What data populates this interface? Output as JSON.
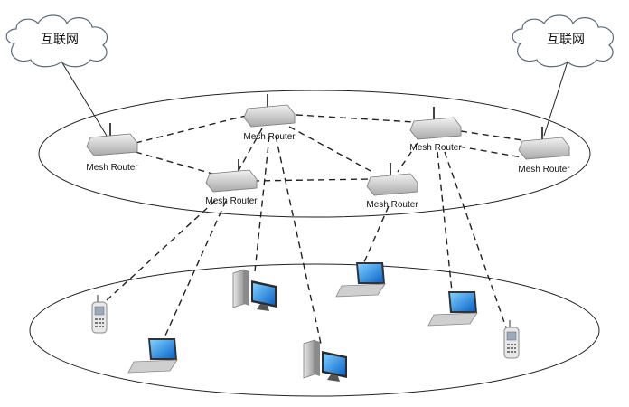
{
  "clouds": [
    {
      "label": "互联网"
    },
    {
      "label": "互联网"
    }
  ],
  "routers": [
    {
      "label": "Mesh Router"
    },
    {
      "label": "Mesh Router"
    },
    {
      "label": "Mesh Router"
    },
    {
      "label": "Mesh Router"
    },
    {
      "label": "Mesh Router"
    },
    {
      "label": "Mesh Router"
    }
  ],
  "colors": {
    "line": "#222222",
    "router_body": "#d6d6d6",
    "screen": "#1e90ff",
    "cloud_stroke": "#5a6a7a"
  }
}
